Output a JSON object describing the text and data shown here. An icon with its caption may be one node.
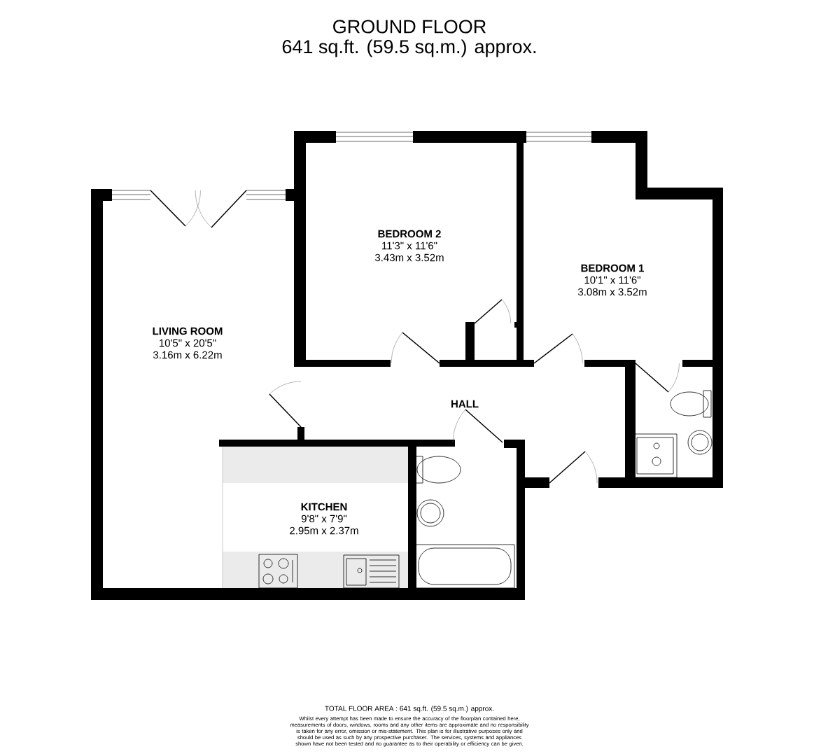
{
  "diagram": {
    "title": "GROUND FLOOR",
    "nodes": [
      {
        "text": [
          "BEDROOM 2",
          "11'3\" x 11'6\"",
          "3.43m x 3.52m"
        ]
      },
      {
        "text": [
          "BEDROOM 1",
          "10'1\" x 11'6\"",
          "3.08m x 3.52m"
        ]
      },
      {
        "text": [
          "LIVING ROOM",
          "10'5\" x 20'5\"",
          "3.16m x 6.22m"
        ]
      },
      {
        "text": [
          "HALL"
        ]
      },
      {
        "text": [
          "KITCHEN",
          "9'8\" x 7'9\"",
          "2.95m x 2.37m"
        ]
      }
    ],
    "labels": [
      "641 sq.ft. (59.5 sq.m.) approx.",
      "TOTAL FLOOR AREA : 641 sq.ft. (59.5 sq.m.) approx.",
      "Whilst every attempt has been made to ensure the accuracy of the floorplan contained here, measurements of doors, windows, rooms and any other items are approximate and no responsibility is taken for any error, omission or mis-statement. This plan is for illustrative purposes only and should be used as such by any prospective purchaser. The services, systems and appliances shown have not been tested and no guarantee as to their operability or efficiency can be given."
    ]
  }
}
